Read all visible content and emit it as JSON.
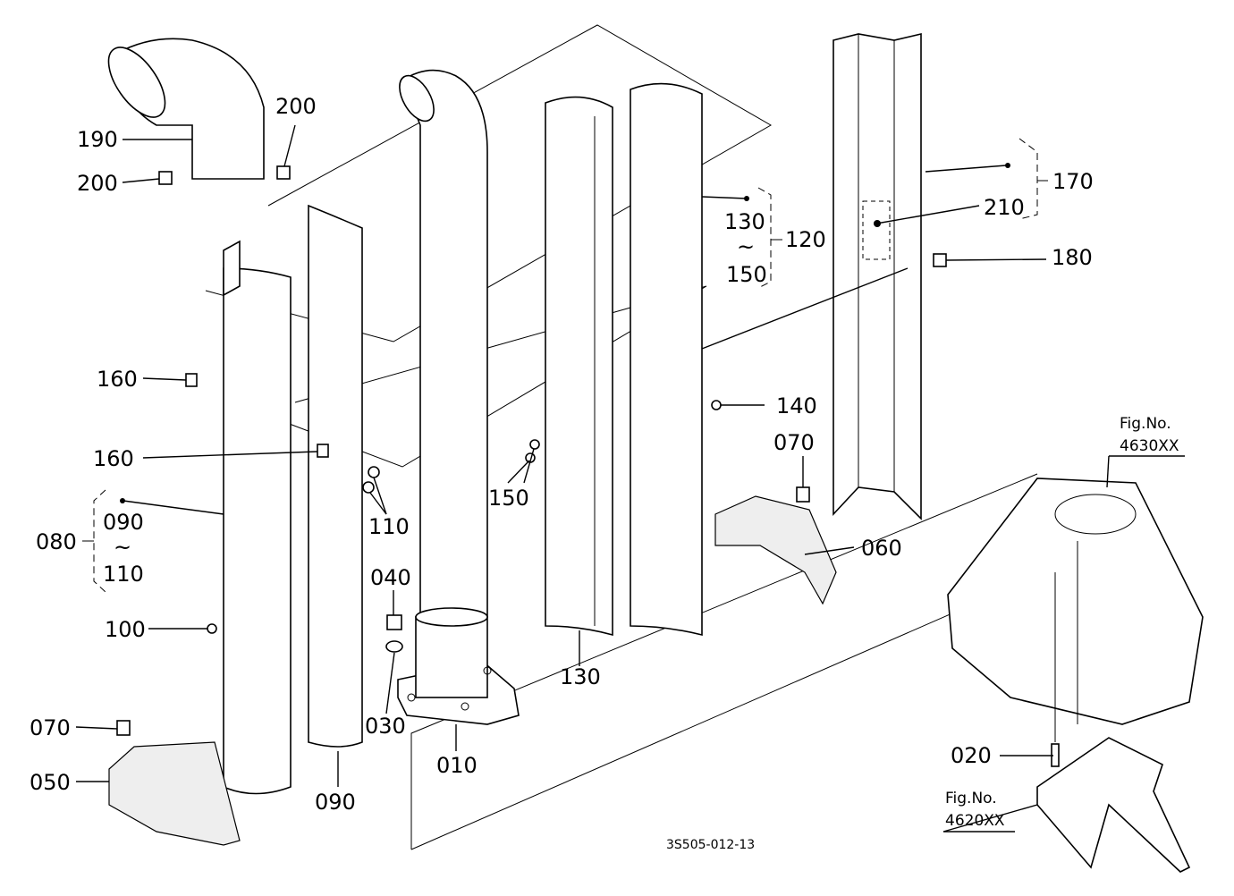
{
  "diagram": {
    "labels": {
      "p010": "010",
      "p020": "020",
      "p030": "030",
      "p040": "040",
      "p050": "050",
      "p060": "060",
      "p070a": "070",
      "p070b": "070",
      "p080": "080",
      "p090a": "090",
      "p090b": "090",
      "p100": "100",
      "p110a": "110",
      "p110b": "110",
      "p120": "120",
      "p130a": "130",
      "p130b": "130",
      "p140": "140",
      "p150a": "150",
      "p150b": "150",
      "p160a": "160",
      "p160b": "160",
      "p170": "170",
      "p180": "180",
      "p190": "190",
      "p200a": "200",
      "p200b": "200",
      "p210": "210",
      "tilde1": "~",
      "tilde2": "~"
    },
    "fig_refs": {
      "fig_label_1": "Fig.No.",
      "fig_num_1": "4630XX",
      "fig_label_2": "Fig.No.",
      "fig_num_2": "4620XX"
    },
    "drawing_code": "3S505-012-13"
  }
}
